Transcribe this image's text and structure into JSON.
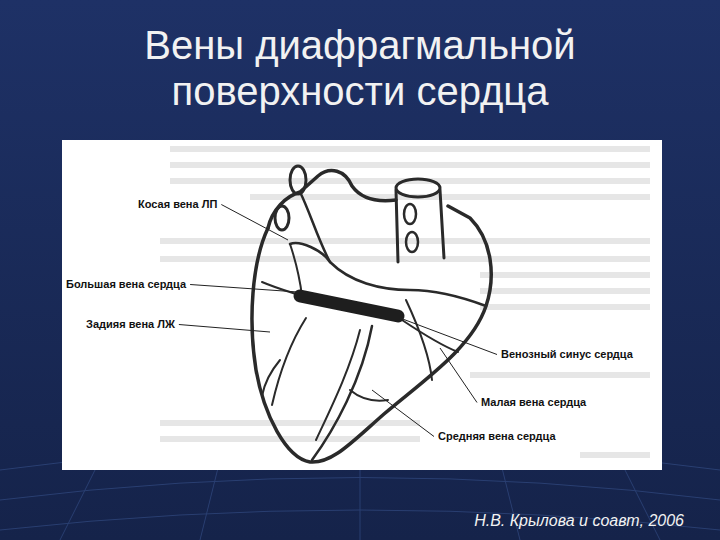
{
  "diagram": {
    "title": "Вены диафрагмальной поверхности сердца",
    "caption": "Н.В. Крылова и соавт, 2006",
    "labels": [
      "Косая вена ЛП",
      "Большая вена сердца",
      "Задияя вена ЛЖ",
      "Венозный синус сердца",
      "Малая вена сердца",
      "Средняя вена сердца"
    ]
  }
}
